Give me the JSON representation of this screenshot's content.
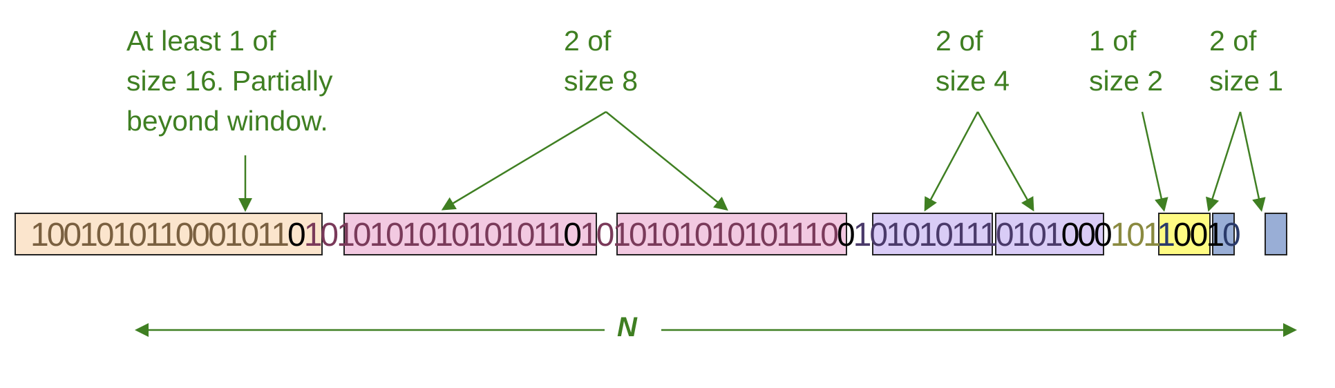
{
  "labels": {
    "size16": "At least 1 of\nsize 16.  Partially\nbeyond window.",
    "size8": "2 of\nsize 8",
    "size4": "2 of\nsize 4",
    "size2": "1 of\nsize 2",
    "size1": "2 of\nsize 1"
  },
  "bits": {
    "b16": "1001010110001011",
    "g1": "0",
    "b8a": "1010101010101011",
    "g2": "0",
    "b8b": "1010101010101110",
    "g3": "0",
    "b4a": "1010101",
    "b4b": "110101",
    "g4": "000",
    "b2": "101",
    "b1a": "1",
    "g5": "001",
    "b1b": "0"
  },
  "window_label": "N",
  "colors": {
    "green": "#3f7f22",
    "size16_fill": "#fbe5cd",
    "size8_fill": "#f2c9e1",
    "size4_fill": "#d9ccf6",
    "size2_fill": "#fffb83",
    "size1_fill": "#99aed6"
  }
}
